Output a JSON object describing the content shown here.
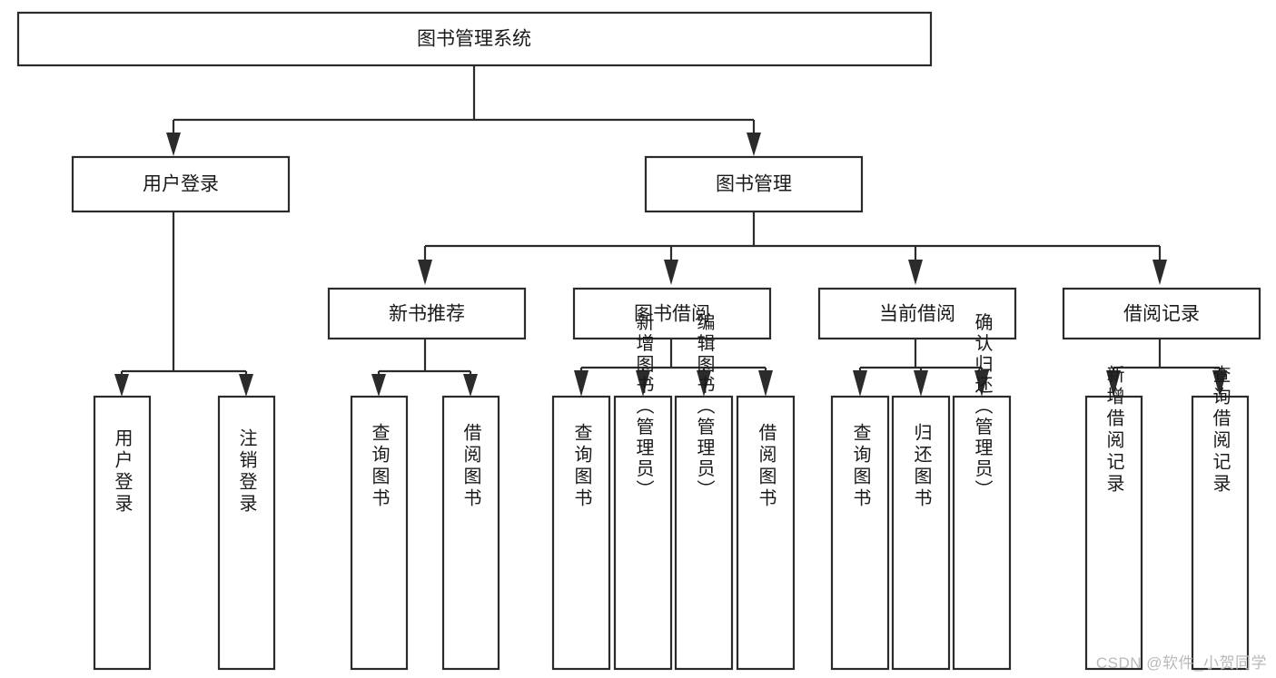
{
  "diagram": {
    "title": "图书管理系统",
    "type": "tree-hierarchy-chart",
    "background_color": "#ffffff",
    "line_color": "#2b2b2b",
    "text_color": "#1a1a1a",
    "watermark": "CSDN @软件_小贺同学",
    "levels": {
      "level0_label": "图书管理系统",
      "level1_labels": [
        "用户登录",
        "图书管理"
      ],
      "level2_labels": [
        "新书推荐",
        "图书借阅",
        "当前借阅",
        "借阅记录"
      ]
    },
    "nodes": {
      "root": {
        "label": "图书管理系统",
        "orientation": "horizontal"
      },
      "user_login": {
        "label": "用户登录",
        "orientation": "horizontal"
      },
      "book_manage": {
        "label": "图书管理",
        "orientation": "horizontal"
      },
      "new_book_rec": {
        "label": "新书推荐",
        "orientation": "horizontal"
      },
      "book_borrow": {
        "label": "图书借阅",
        "orientation": "horizontal"
      },
      "current_borrow": {
        "label": "当前借阅",
        "orientation": "horizontal"
      },
      "borrow_record": {
        "label": "借阅记录",
        "orientation": "horizontal"
      },
      "leaf_user_login": {
        "label": "用户登录",
        "orientation": "vertical"
      },
      "leaf_logout": {
        "label": "注销登录",
        "orientation": "vertical"
      },
      "leaf_query_book_a": {
        "label": "查询图书",
        "orientation": "vertical"
      },
      "leaf_borrow_book_a": {
        "label": "借阅图书",
        "orientation": "vertical"
      },
      "leaf_query_book_b": {
        "label": "查询图书",
        "orientation": "vertical"
      },
      "leaf_add_book": {
        "label": "新增图书（管理员）",
        "orientation": "vertical"
      },
      "leaf_edit_book": {
        "label": "编辑图书（管理员）",
        "orientation": "vertical"
      },
      "leaf_borrow_book_b": {
        "label": "借阅图书",
        "orientation": "vertical"
      },
      "leaf_query_book_c": {
        "label": "查询图书",
        "orientation": "vertical"
      },
      "leaf_return_book": {
        "label": "归还图书",
        "orientation": "vertical"
      },
      "leaf_confirm_return": {
        "label": "确认归还（管理员）",
        "orientation": "vertical"
      },
      "leaf_add_record": {
        "label": "新增借阅记录",
        "orientation": "vertical"
      },
      "leaf_query_record": {
        "label": "查询借阅记录",
        "orientation": "vertical"
      }
    },
    "edges": [
      {
        "from": "图书管理系统",
        "to": "用户登录"
      },
      {
        "from": "图书管理系统",
        "to": "图书管理"
      },
      {
        "from": "用户登录",
        "to": "用户登录"
      },
      {
        "from": "用户登录",
        "to": "注销登录"
      },
      {
        "from": "图书管理",
        "to": "新书推荐"
      },
      {
        "from": "图书管理",
        "to": "图书借阅"
      },
      {
        "from": "图书管理",
        "to": "当前借阅"
      },
      {
        "from": "图书管理",
        "to": "借阅记录"
      },
      {
        "from": "新书推荐",
        "to": "查询图书"
      },
      {
        "from": "新书推荐",
        "to": "借阅图书"
      },
      {
        "from": "图书借阅",
        "to": "查询图书"
      },
      {
        "from": "图书借阅",
        "to": "新增图书（管理员）"
      },
      {
        "from": "图书借阅",
        "to": "编辑图书（管理员）"
      },
      {
        "from": "图书借阅",
        "to": "借阅图书"
      },
      {
        "from": "当前借阅",
        "to": "查询图书"
      },
      {
        "from": "当前借阅",
        "to": "归还图书"
      },
      {
        "from": "当前借阅",
        "to": "确认归还（管理员）"
      },
      {
        "from": "借阅记录",
        "to": "新增借阅记录"
      },
      {
        "from": "借阅记录",
        "to": "查询借阅记录"
      }
    ]
  }
}
